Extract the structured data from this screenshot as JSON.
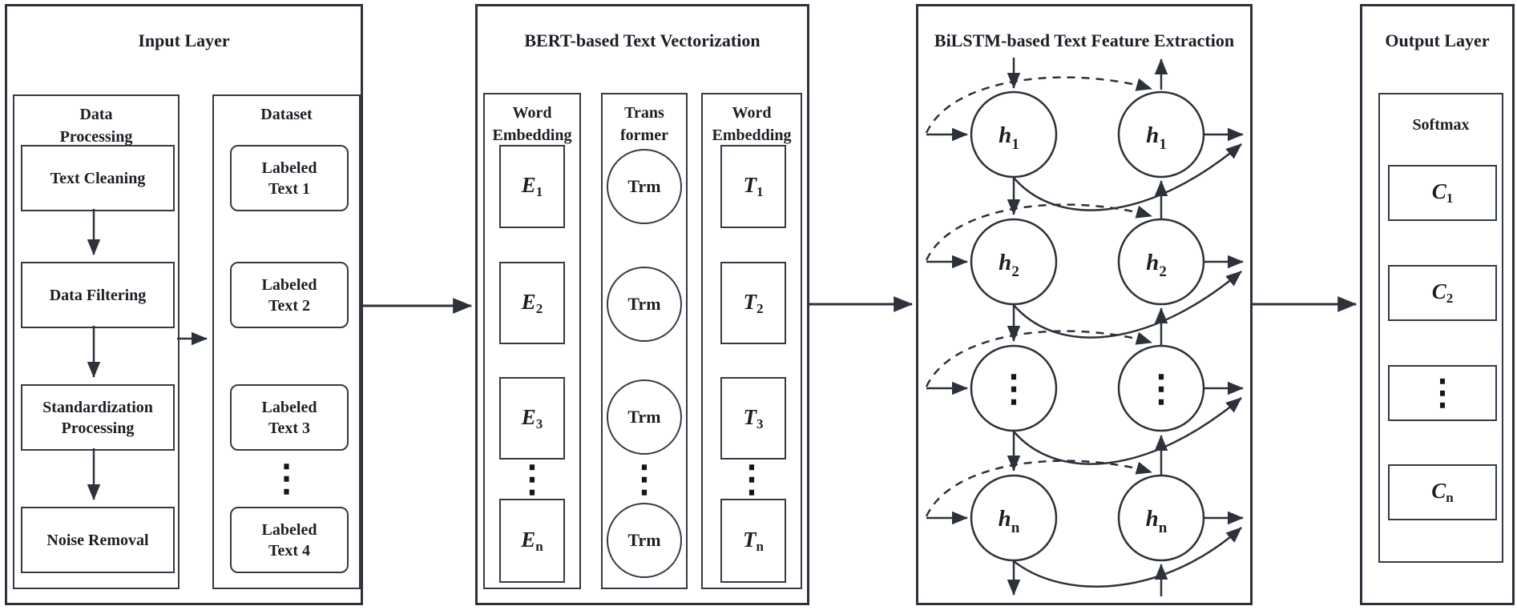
{
  "glyphs": {
    "ellipsis": "⋮"
  },
  "sections": {
    "input": {
      "title": "Input Layer",
      "processing": {
        "title": "Data\nProcessing",
        "steps": [
          "Text Cleaning",
          "Data Filtering",
          "Standardization\nProcessing",
          "Noise Removal"
        ]
      },
      "dataset": {
        "title": "Dataset",
        "items": [
          "Labeled\nText 1",
          "Labeled\nText 2",
          "Labeled\nText 3",
          "Labeled\nText 4"
        ]
      }
    },
    "bert": {
      "title": "BERT-based Text Vectorization",
      "embedding_in": {
        "title": "Word\nEmbedding",
        "items": [
          {
            "base": "E",
            "sub": "1"
          },
          {
            "base": "E",
            "sub": "2"
          },
          {
            "base": "E",
            "sub": "3"
          },
          {
            "base": "E",
            "sub": "n"
          }
        ]
      },
      "transformer": {
        "title": "Trans\nformer",
        "node": "Trm"
      },
      "embedding_out": {
        "title": "Word\nEmbedding",
        "items": [
          {
            "base": "T",
            "sub": "1"
          },
          {
            "base": "T",
            "sub": "2"
          },
          {
            "base": "T",
            "sub": "3"
          },
          {
            "base": "T",
            "sub": "n"
          }
        ]
      }
    },
    "bilstm": {
      "title": "BiLSTM-based Text Feature Extraction",
      "rows": [
        {
          "base": "h",
          "sub": "1"
        },
        {
          "base": "h",
          "sub": "2"
        },
        {
          "base": "h",
          "sub": "n"
        }
      ]
    },
    "output": {
      "title": "Output Layer",
      "softmax": {
        "title": "Softmax",
        "items": [
          {
            "base": "C",
            "sub": "1"
          },
          {
            "base": "C",
            "sub": "2"
          },
          {
            "base": "C",
            "sub": "n"
          }
        ]
      }
    }
  }
}
